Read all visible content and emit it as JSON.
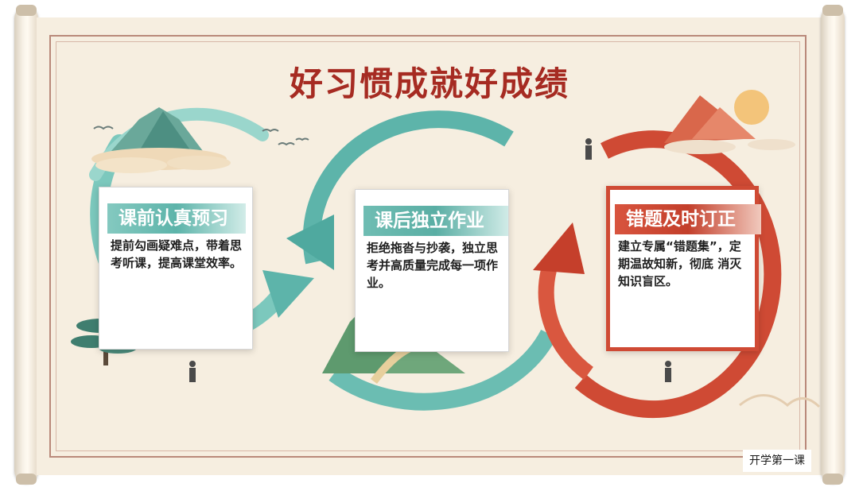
{
  "title": "好习惯成就好成绩",
  "cards": [
    {
      "heading": "课前认真预习",
      "text": "提前勾画疑难点，带着思考听课，提高课堂效率。"
    },
    {
      "heading": "课后独立作业",
      "text": "拒绝拖沓与抄袭，独立思考并高质量完成每一项作业。"
    },
    {
      "heading": "错题及时订正",
      "text": "建立专属“错题集”，定期温故知新，彻底 消灭知识盲区。"
    }
  ],
  "footer": {
    "label": "开学第一课"
  },
  "colors": {
    "teal": "#5db4aa",
    "red": "#cf4a34",
    "title": "#a62b22",
    "paper": "#f6eee0"
  },
  "decorations": [
    "mountain-icon",
    "cloud-icon",
    "bird-icon",
    "hiker-icon",
    "pine-tree-icon",
    "sun-icon",
    "book-icon",
    "arrow-icon"
  ]
}
